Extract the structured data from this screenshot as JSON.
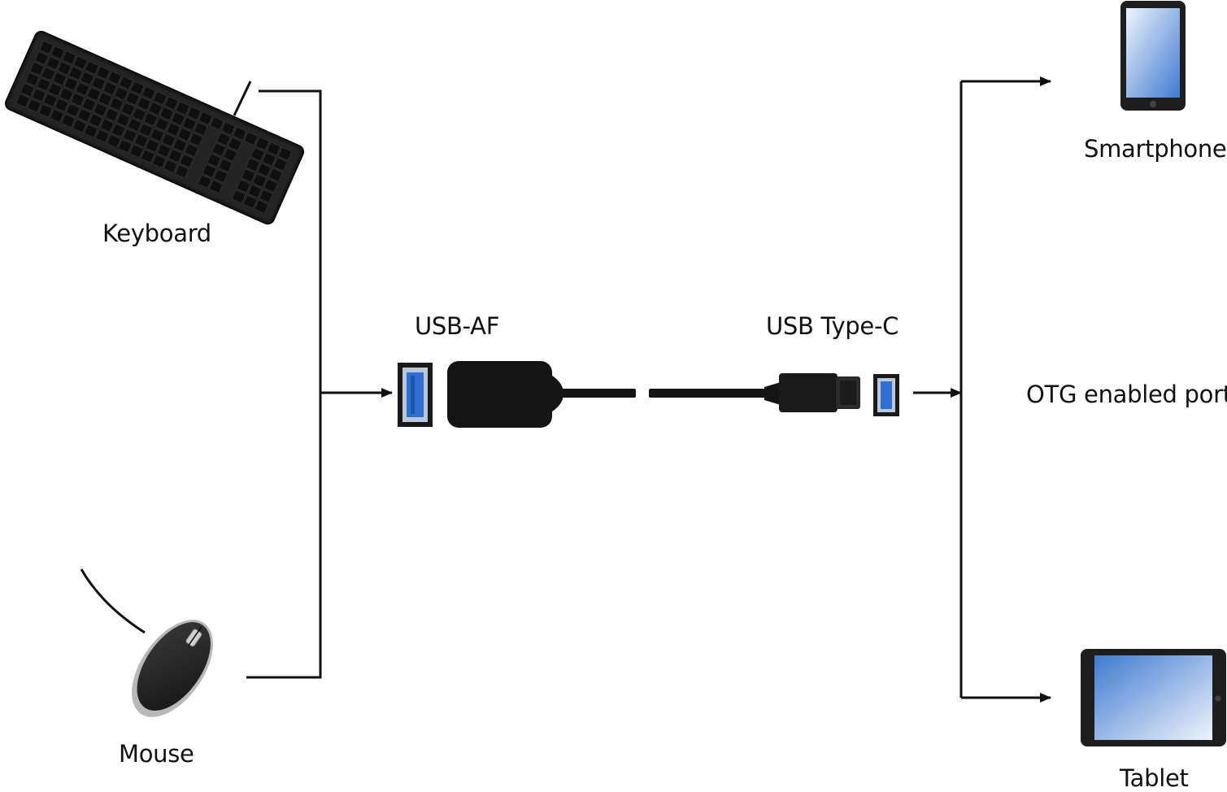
{
  "labels": {
    "keyboard": "Keyboard",
    "mouse": "Mouse",
    "usb_af": "USB-AF",
    "usb_type_c": "USB Type-C",
    "smartphone": "Smartphone",
    "otg_port": "OTG enabled port",
    "tablet": "Tablet"
  },
  "colors": {
    "line": "#111111",
    "device_body": "#1e1e1e",
    "usb3_blue": "#2f6fd1",
    "screen_light": "#eef4fc",
    "screen_dark": "#3f7ad0"
  },
  "icons": {
    "keyboard": "keyboard-icon",
    "mouse": "mouse-icon",
    "usb_a_port": "usb-a-port-icon",
    "adapter": "usb-otg-adapter-icon",
    "usb_c_plug": "usb-c-plug-icon",
    "smartphone": "smartphone-icon",
    "tablet": "tablet-icon"
  }
}
